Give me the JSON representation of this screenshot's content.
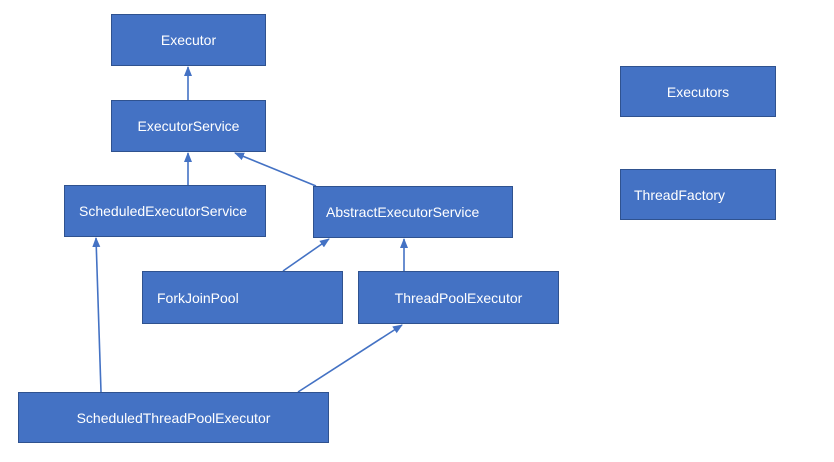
{
  "nodes": {
    "executor": "Executor",
    "executor_service": "ExecutorService",
    "scheduled_executor_service": "ScheduledExecutorService",
    "abstract_executor_service": "AbstractExecutorService",
    "fork_join_pool": "ForkJoinPool",
    "thread_pool_executor": "ThreadPoolExecutor",
    "scheduled_thread_pool_executor": "ScheduledThreadPoolExecutor",
    "executors": "Executors",
    "thread_factory": "ThreadFactory"
  },
  "edges": [
    {
      "from": "ExecutorService",
      "to": "Executor"
    },
    {
      "from": "ScheduledExecutorService",
      "to": "ExecutorService"
    },
    {
      "from": "AbstractExecutorService",
      "to": "ExecutorService"
    },
    {
      "from": "ForkJoinPool",
      "to": "AbstractExecutorService"
    },
    {
      "from": "ThreadPoolExecutor",
      "to": "AbstractExecutorService"
    },
    {
      "from": "ScheduledThreadPoolExecutor",
      "to": "ScheduledExecutorService"
    },
    {
      "from": "ScheduledThreadPoolExecutor",
      "to": "ThreadPoolExecutor"
    }
  ],
  "colors": {
    "box_fill": "#4472c4",
    "box_border": "#2f528f",
    "box_text": "#ffffff",
    "connector": "#4472c4",
    "background": "#ffffff"
  }
}
